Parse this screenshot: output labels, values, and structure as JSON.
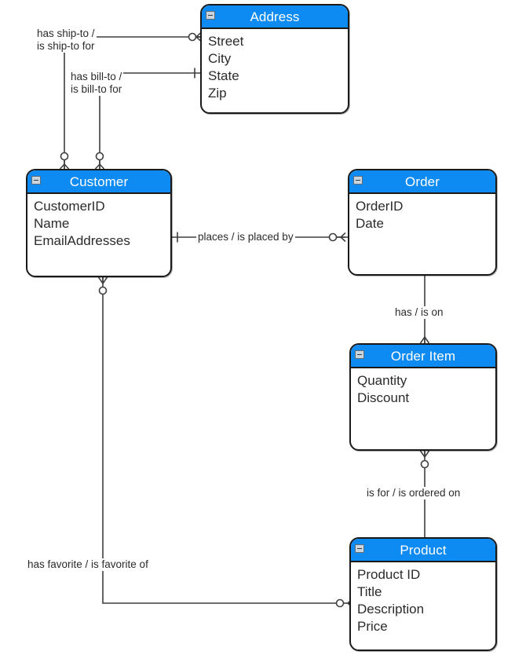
{
  "diagram": {
    "type": "entity-relationship-diagram",
    "notation": "crows-foot",
    "colors": {
      "header_blue": "#0d8bf2",
      "header_text": "#ffffff",
      "entity_border": "#1a1a1a",
      "entity_fill": "#ffffff",
      "line": "#3f3f3f",
      "label_text": "#2b2b2b"
    },
    "entities": [
      {
        "id": "address",
        "title": "Address",
        "collapse_icon": "minus-box-icon",
        "attributes": [
          "Street",
          "City",
          "State",
          "Zip"
        ]
      },
      {
        "id": "customer",
        "title": "Customer",
        "collapse_icon": "minus-box-icon",
        "attributes": [
          "CustomerID",
          "Name",
          "EmailAddresses"
        ]
      },
      {
        "id": "order",
        "title": "Order",
        "collapse_icon": "minus-box-icon",
        "attributes": [
          "OrderID",
          "Date"
        ]
      },
      {
        "id": "order_item",
        "title": "Order Item",
        "collapse_icon": "minus-box-icon",
        "attributes": [
          "Quantity",
          "Discount"
        ]
      },
      {
        "id": "product",
        "title": "Product",
        "collapse_icon": "minus-box-icon",
        "attributes": [
          "Product ID",
          "Title",
          "Description",
          "Price"
        ]
      }
    ],
    "relationships": [
      {
        "id": "ship-to",
        "from": "customer",
        "to": "address",
        "label_line1": "has ship-to /",
        "label_line2": "is ship-to for",
        "from_cardinality": "zero-or-many",
        "to_cardinality": "zero-or-many"
      },
      {
        "id": "bill-to",
        "from": "customer",
        "to": "address",
        "label_line1": "has bill-to /",
        "label_line2": "is bill-to for",
        "from_cardinality": "zero-or-many",
        "to_cardinality": "exactly-one"
      },
      {
        "id": "places",
        "from": "customer",
        "to": "order",
        "label": "places / is placed by",
        "from_cardinality": "exactly-one",
        "to_cardinality": "zero-or-many"
      },
      {
        "id": "has-order-item",
        "from": "order",
        "to": "order_item",
        "label": "has / is on",
        "from_cardinality": "exactly-one",
        "to_cardinality": "many"
      },
      {
        "id": "is-for-product",
        "from": "order_item",
        "to": "product",
        "label": "is for / is ordered on",
        "from_cardinality": "zero-or-many",
        "to_cardinality": "exactly-one"
      },
      {
        "id": "has-favorite",
        "from": "customer",
        "to": "product",
        "label": "has favorite / is favorite of",
        "from_cardinality": "zero-or-many",
        "to_cardinality": "zero-or-many"
      }
    ]
  }
}
